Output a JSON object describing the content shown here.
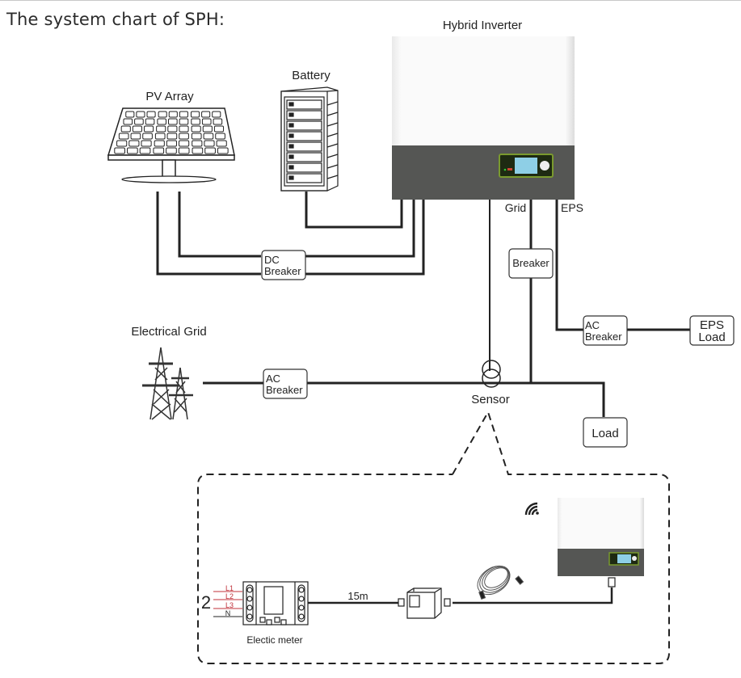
{
  "title": "The system chart of SPH:",
  "components": {
    "inverter": {
      "label": "Hybrid Inverter",
      "grid_port": "Grid",
      "eps_port": "EPS"
    },
    "pv_array": {
      "label": "PV Array"
    },
    "battery": {
      "label": "Battery"
    },
    "electrical_grid": {
      "label": "Electrical Grid"
    },
    "dc_breaker": {
      "line1": "DC",
      "line2": "Breaker"
    },
    "grid_breaker": {
      "label": "Breaker"
    },
    "ac_breaker_eps": {
      "line1": "AC",
      "line2": "Breaker"
    },
    "ac_breaker_grid": {
      "line1": "AC",
      "line2": "Breaker"
    },
    "eps_load": {
      "line1": "EPS",
      "line2": "Load"
    },
    "load": {
      "label": "Load"
    },
    "sensor": {
      "label": "Sensor"
    }
  },
  "detail": {
    "phase_count": "2",
    "phase_labels": [
      "L1",
      "L2",
      "L3",
      "N"
    ],
    "meter_label": "Electic meter",
    "cable_length": "15m",
    "wifi_icon": "wifi-icon"
  },
  "colors": {
    "line": "#222222",
    "inverter_body": "#f4f4f4",
    "inverter_panel": "#555654",
    "display_screen": "#8ecfe6",
    "display_frame": "#6b8a2a",
    "phase_red": "#c0303a"
  }
}
